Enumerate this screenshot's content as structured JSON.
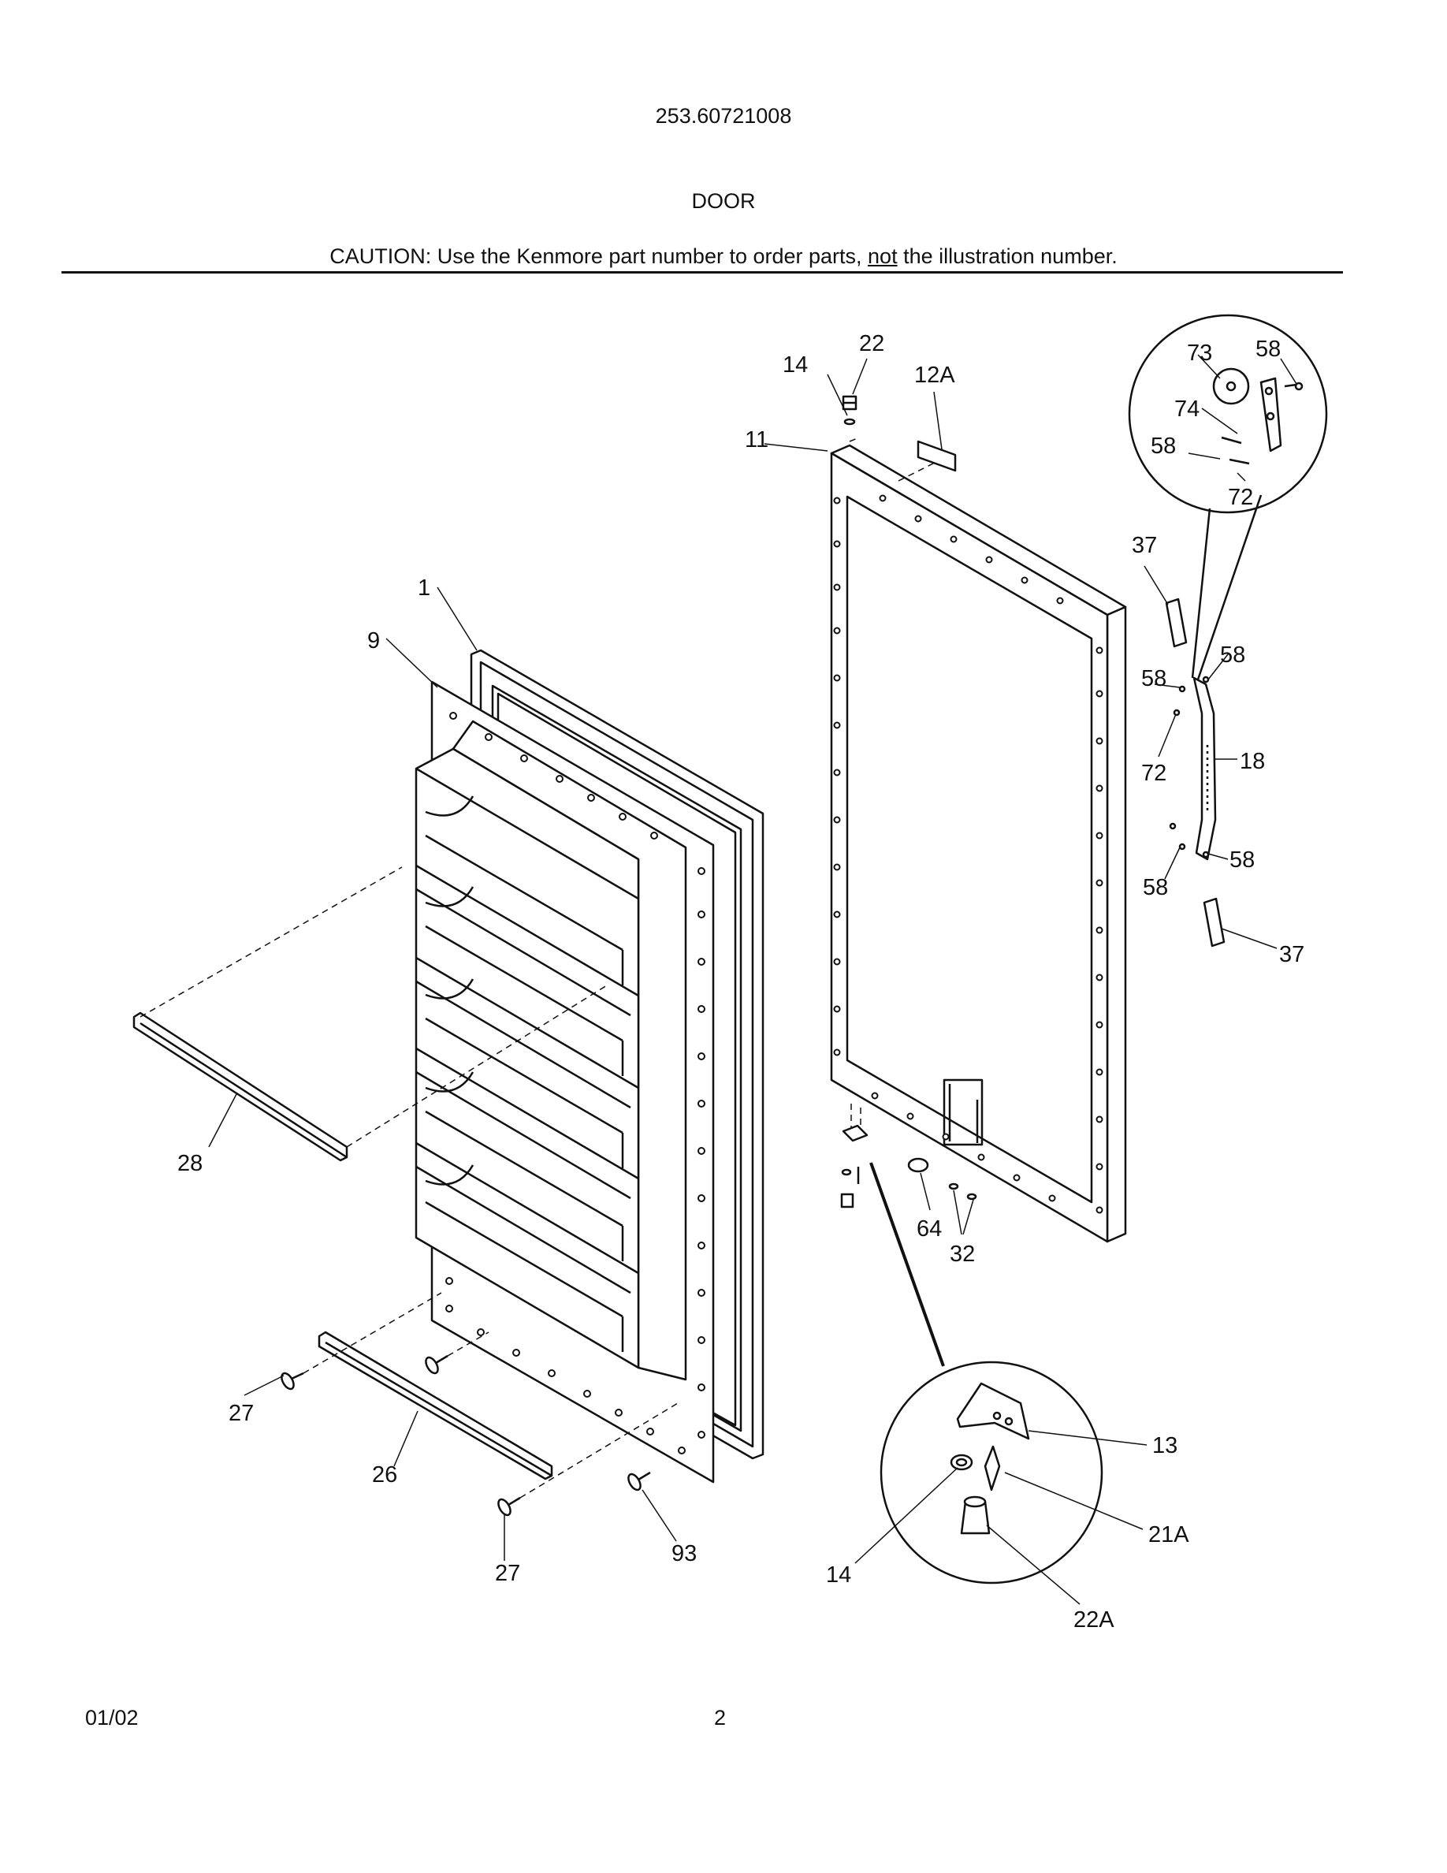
{
  "header": {
    "model_number": "253.60721008",
    "section_title": "DOOR",
    "caution_prefix": "CAUTION: Use the Kenmore part number to order parts, ",
    "caution_emphasis": "not",
    "caution_suffix": " the illustration number."
  },
  "footer": {
    "date": "01/02",
    "page_number": "2"
  },
  "callouts": {
    "c1": "1",
    "c9": "9",
    "c11": "11",
    "c12a": "12A",
    "c14_top": "14",
    "c22": "22",
    "c73": "73",
    "c58_a": "58",
    "c74": "74",
    "c58_b": "58",
    "c72_a": "72",
    "c37_top": "37",
    "c58_c": "58",
    "c58_d": "58",
    "c18": "18",
    "c72_b": "72",
    "c58_e": "58",
    "c58_f": "58",
    "c37_bot": "37",
    "c28": "28",
    "c64": "64",
    "c32": "32",
    "c27_a": "27",
    "c26": "26",
    "c27_b": "27",
    "c93": "93",
    "c13": "13",
    "c21a": "21A",
    "c14_bot": "14",
    "c22a": "22A"
  }
}
